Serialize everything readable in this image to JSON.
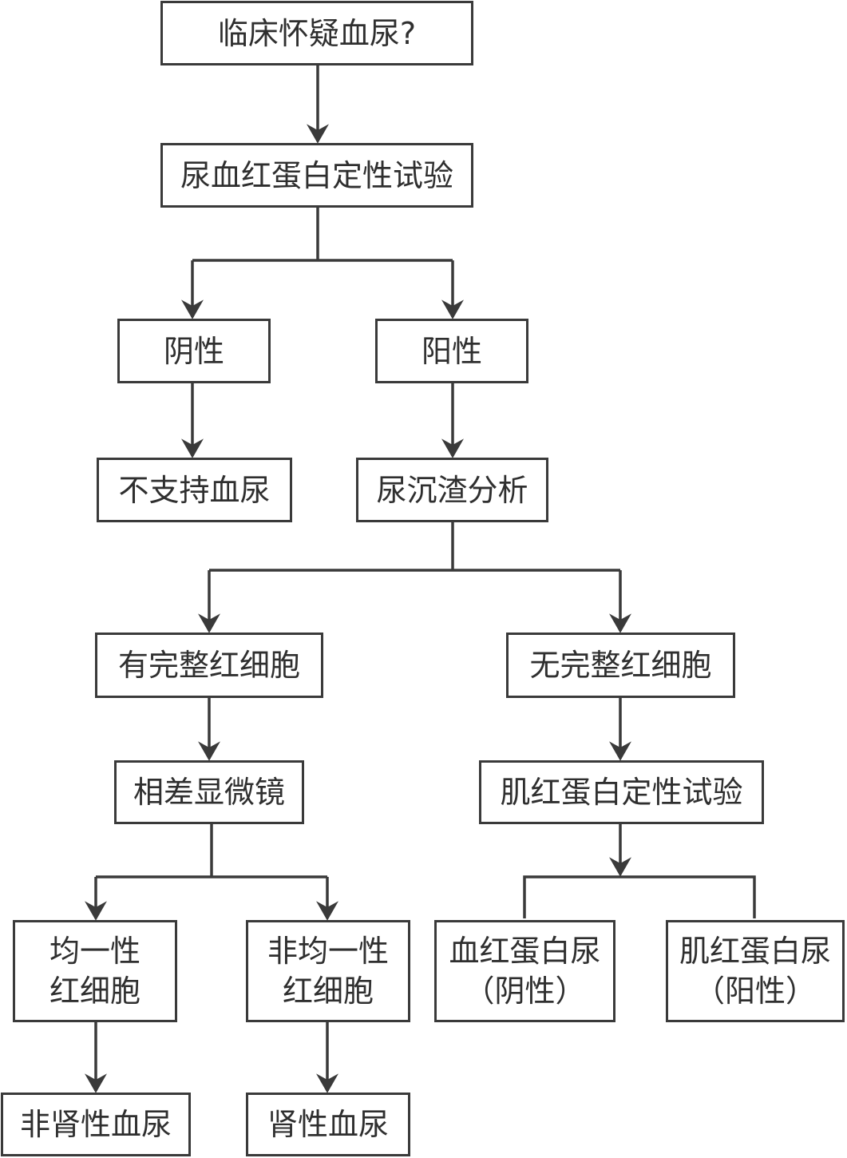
{
  "diagram": {
    "nodes": {
      "start": "临床怀疑血尿?",
      "urine_hb_test": "尿血红蛋白定性试验",
      "negative": "阴性",
      "positive": "阳性",
      "not_hematuria": "不支持血尿",
      "sediment": "尿沉渣分析",
      "intact_rbc": "有完整红细胞",
      "no_intact_rbc": "无完整红细胞",
      "phase_contrast": "相差显微镜",
      "myoglobin_test": "肌红蛋白定性试验",
      "uniform_rbc": [
        "均一性",
        "红细胞"
      ],
      "nonuniform_rbc": [
        "非均一性",
        "红细胞"
      ],
      "hemoglobinuria": [
        "血红蛋白尿",
        "（阴性）"
      ],
      "myoglobinuria": [
        "肌红蛋白尿",
        "（阳性）"
      ],
      "nonrenal_hematuria": "非肾性血尿",
      "renal_hematuria": "肾性血尿"
    }
  }
}
